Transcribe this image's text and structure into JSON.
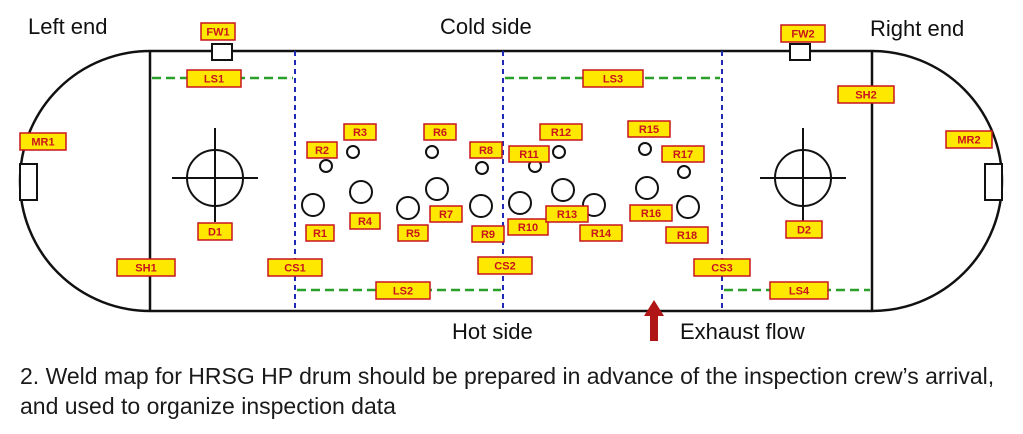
{
  "labels": {
    "left_end": "Left end",
    "cold_side": "Cold side",
    "right_end": "Right end",
    "hot_side": "Hot side",
    "exhaust_flow": "Exhaust flow"
  },
  "tags": {
    "fw1": "FW1",
    "fw2": "FW2",
    "ls1": "LS1",
    "ls2": "LS2",
    "ls3": "LS3",
    "ls4": "LS4",
    "mr1": "MR1",
    "mr2": "MR2",
    "sh1": "SH1",
    "sh2": "SH2",
    "cs1": "CS1",
    "cs2": "CS2",
    "cs3": "CS3",
    "d1": "D1",
    "d2": "D2",
    "r1": "R1",
    "r2": "R2",
    "r3": "R3",
    "r4": "R4",
    "r5": "R5",
    "r6": "R6",
    "r7": "R7",
    "r8": "R8",
    "r9": "R9",
    "r10": "R10",
    "r11": "R11",
    "r12": "R12",
    "r13": "R13",
    "r14": "R14",
    "r15": "R15",
    "r16": "R16",
    "r17": "R17",
    "r18": "R18"
  },
  "colors": {
    "tag_fill": "#ffe800",
    "tag_border": "#c8141e",
    "circ_seam": "#1e2ab4",
    "long_seam": "#2aa02a",
    "arrow": "#b01616"
  },
  "caption": "2. Weld map for HRSG HP drum should be prepared in advance of the inspection crew’s arrival, and used to organize inspection data"
}
